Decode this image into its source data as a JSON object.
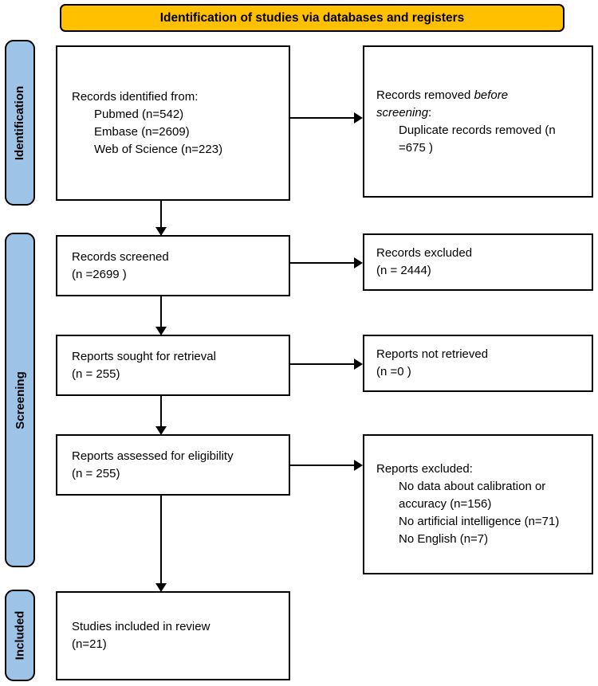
{
  "banner": {
    "label": "Identification of studies via databases and registers"
  },
  "stages": {
    "identification": "Identification",
    "screening": "Screening",
    "included": "Included"
  },
  "boxes": {
    "records_identified": {
      "title": "Records identified from:",
      "items": [
        "Pubmed (n=542)",
        "Embase (n=2609)",
        "Web of Science (n=223)"
      ]
    },
    "records_removed": {
      "title_pre": "Records removed ",
      "title_italic": "before screening",
      "title_post": ":",
      "items": [
        "Duplicate records removed (n =675 )"
      ]
    },
    "records_screened": {
      "title": "Records screened",
      "count": "(n =2699 )"
    },
    "records_excluded": {
      "title": "Records excluded",
      "count": "(n = 2444)"
    },
    "reports_sought": {
      "title": "Reports sought for retrieval",
      "count": "(n = 255)"
    },
    "reports_not_retrieved": {
      "title": "Reports not retrieved",
      "count": "(n =0 )"
    },
    "reports_assessed": {
      "title": "Reports assessed for eligibility",
      "count": "(n = 255)"
    },
    "reports_excluded": {
      "title": "Reports excluded:",
      "items": [
        "No data about calibration or accuracy (n=156)",
        "No artificial intelligence (n=71)",
        "No English (n=7)"
      ]
    },
    "studies_included": {
      "title": "Studies included in review",
      "count": "(n=21)"
    }
  },
  "colors": {
    "banner_bg": "#FFC000",
    "stage_bg": "#9DC3E6",
    "box_bg": "#FFFFFF",
    "line": "#000000"
  }
}
